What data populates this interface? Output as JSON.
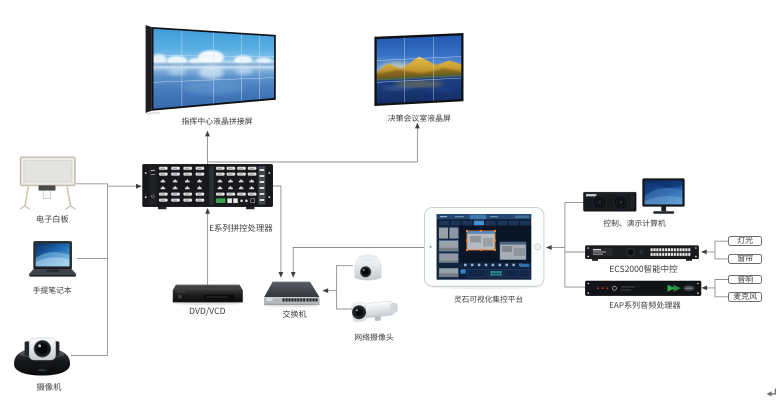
{
  "figure": {
    "type": "av-system-topology-diagram",
    "background": "#ffffff"
  },
  "colors": {
    "connector_line": "#8f8f8f",
    "arrowhead": "#3e3e3e",
    "label_text": "#3d3d3d",
    "selection_orange": "#e7812e",
    "tablet_screen_navy": "#0d1c33",
    "logo_green": "#2fae4e"
  },
  "devices": {
    "wall_left": {
      "label": "指挥中心液晶拼接屏",
      "kind": "lcd-video-wall",
      "grid": "5x3"
    },
    "wall_right": {
      "label": "决策会议室液晶屏",
      "kind": "lcd-video-wall",
      "grid": "3x3"
    },
    "whiteboard": {
      "label": "电子白板"
    },
    "laptop": {
      "label": "手提笔记本"
    },
    "ptz_camera": {
      "label": "摄像机"
    },
    "processor": {
      "label": "E系列拼控处理器"
    },
    "dvd": {
      "label": "DVD/VCD"
    },
    "switch": {
      "label": "交换机"
    },
    "network_cameras": {
      "label": "网络摄像头"
    },
    "tablet": {
      "label": "灵石可视化集控平台"
    },
    "computer": {
      "label": "控制、演示计算机"
    },
    "ecs2000": {
      "label": "ECS2000智能中控"
    },
    "eap": {
      "label": "EAP系列音频处理器"
    }
  },
  "peripherals": {
    "lighting": {
      "label": "灯光"
    },
    "curtain": {
      "label": "窗帘"
    },
    "speaker": {
      "label": "音响"
    },
    "microphone": {
      "label": "麦克风"
    }
  },
  "marks": {
    "return_mark": "↵"
  }
}
